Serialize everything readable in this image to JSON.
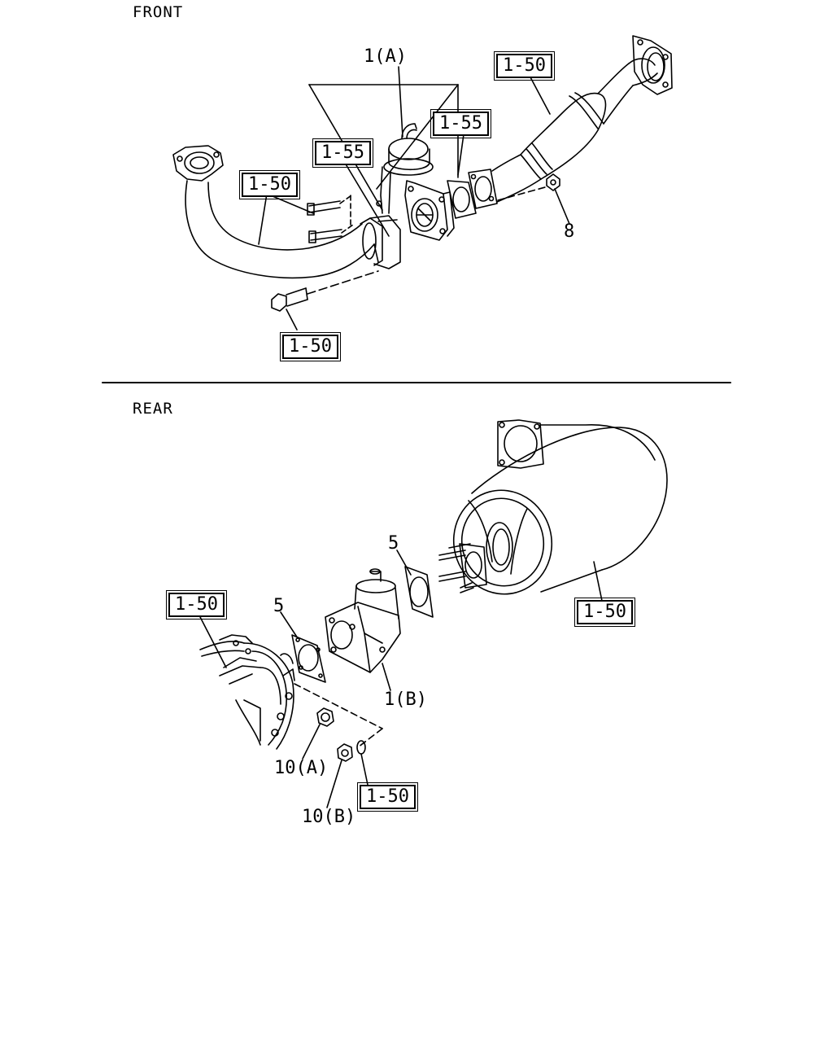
{
  "sections": {
    "front": "FRONT",
    "rear": "REAR"
  },
  "front": {
    "callouts": {
      "part_1a": "1(A)",
      "ref_top": "1-50",
      "ref_mid_right": "1-55",
      "ref_mid_left": "1-55",
      "ref_pipe": "1-50",
      "ref_bolt": "1-50",
      "part_8": "8"
    }
  },
  "rear": {
    "callouts": {
      "ref_left": "1-50",
      "part_5_left": "5",
      "part_5_right": "5",
      "part_1b": "1(B)",
      "ref_muffler": "1-50",
      "part_10a": "10(A)",
      "part_10b": "10(B)",
      "ref_nut": "1-50"
    }
  }
}
